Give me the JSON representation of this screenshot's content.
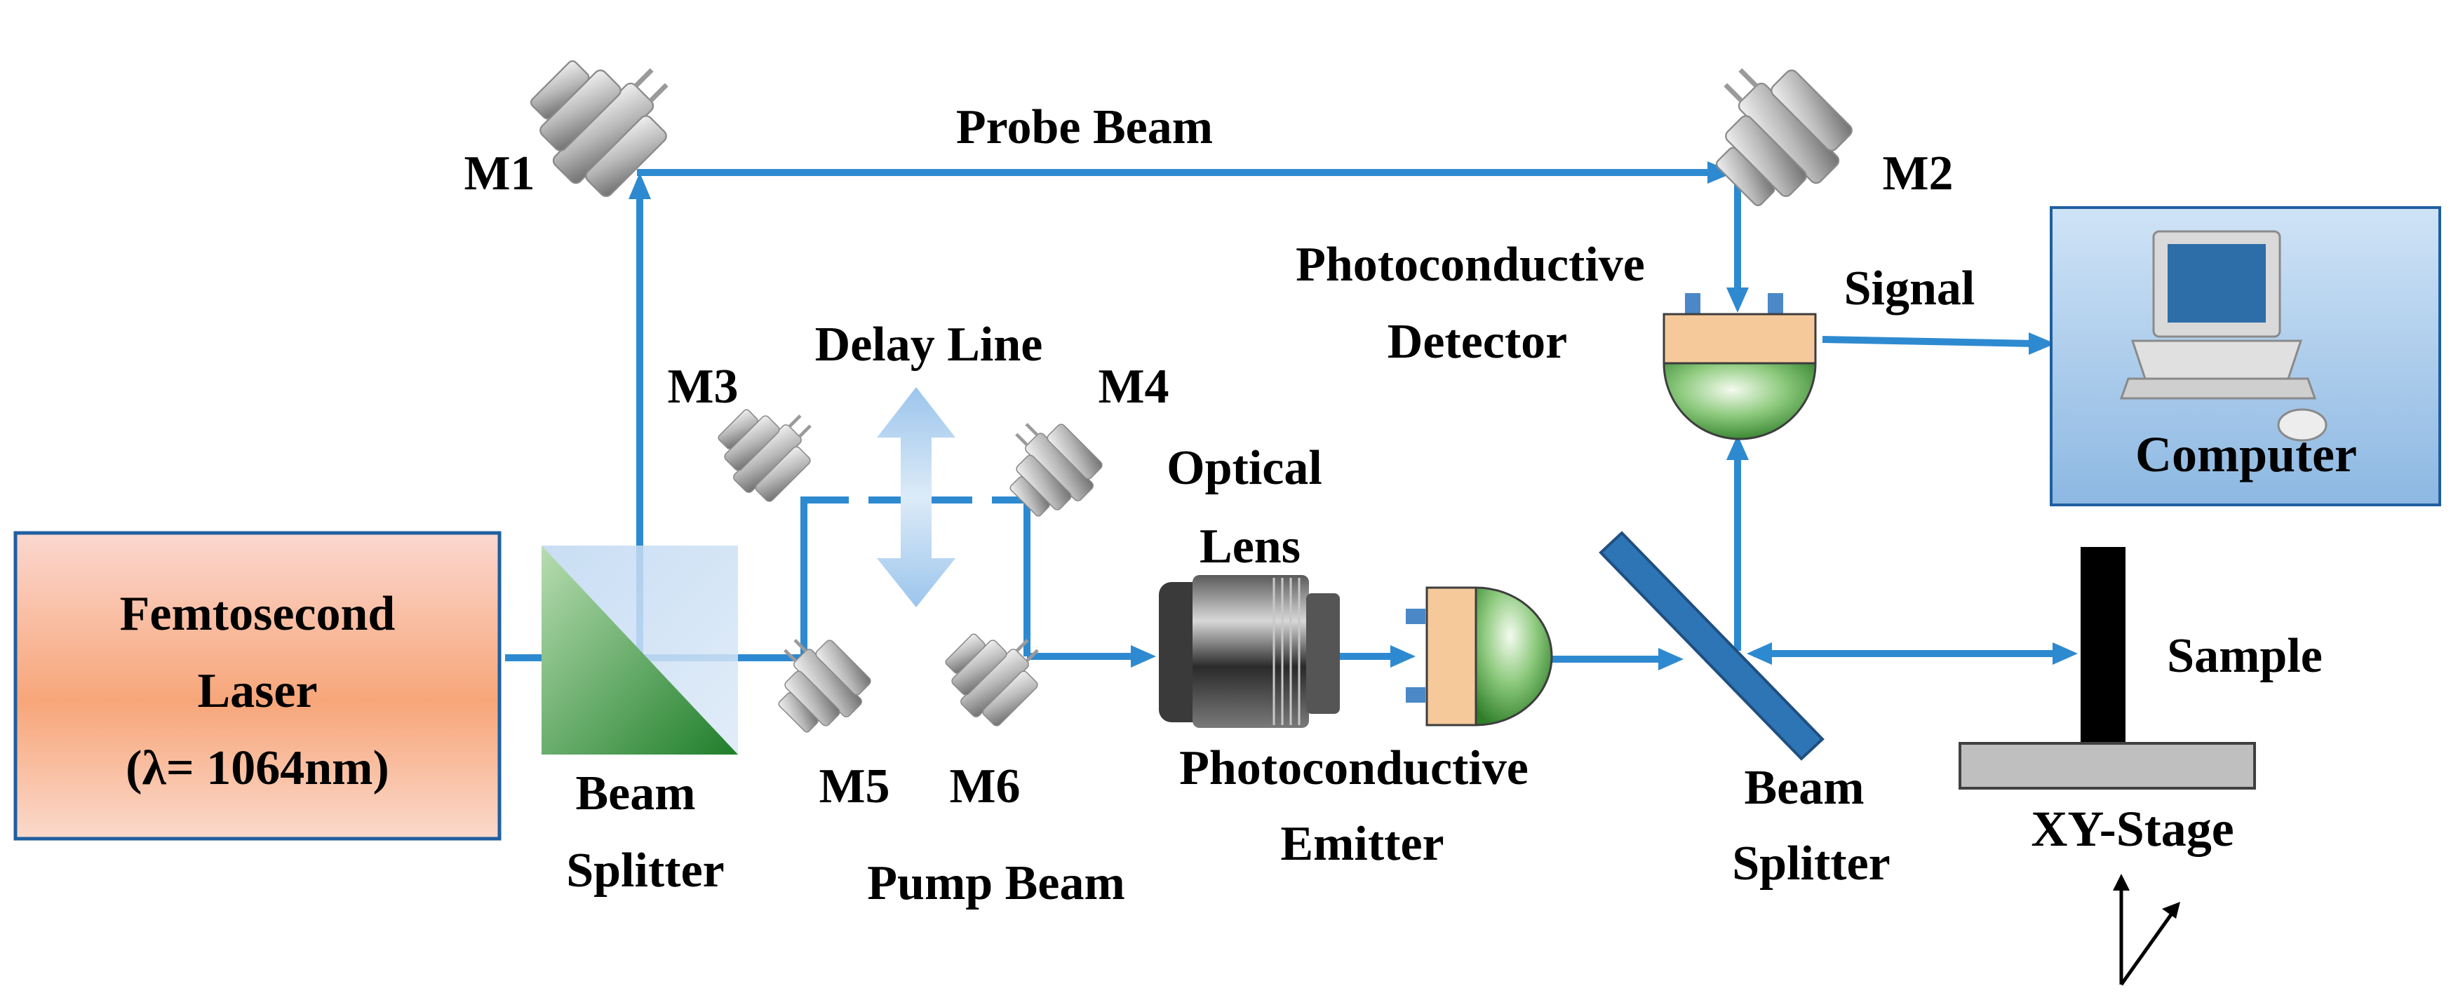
{
  "labels": {
    "laser_line1": "Femtosecond",
    "laser_line2": "Laser",
    "laser_line3": "(λ= 1064nm)",
    "bs1_line1": "Beam",
    "bs1_line2": "Splitter",
    "bs2_line1": "Beam",
    "bs2_line2": "Splitter",
    "m1": "M1",
    "m2": "M2",
    "m3": "M3",
    "m4": "M4",
    "m5": "M5",
    "m6": "M6",
    "probe_beam": "Probe Beam",
    "pump_beam": "Pump Beam",
    "delay_line": "Delay Line",
    "optical_lens_line1": "Optical",
    "optical_lens_line2": "Lens",
    "pc_emitter_line1": "Photoconductive",
    "pc_emitter_line2": "Emitter",
    "pc_detector_line1": "Photoconductive",
    "pc_detector_line2": "Detector",
    "signal": "Signal",
    "computer": "Computer",
    "sample": "Sample",
    "xy_stage": "XY-Stage"
  },
  "colors": {
    "beam": "#2E8AD0",
    "laser_box_border": "#1F5FA0",
    "computer_box_fill": "#9CC2E5",
    "beam_splitter_green": "#3A9A3A",
    "beam_splitter_blue": "#9EC3E8"
  },
  "icons": {
    "mirror": "mirror-mount-icon",
    "lens": "objective-lens-icon",
    "antenna": "photoconductive-antenna-icon",
    "computer": "desktop-computer-icon"
  }
}
